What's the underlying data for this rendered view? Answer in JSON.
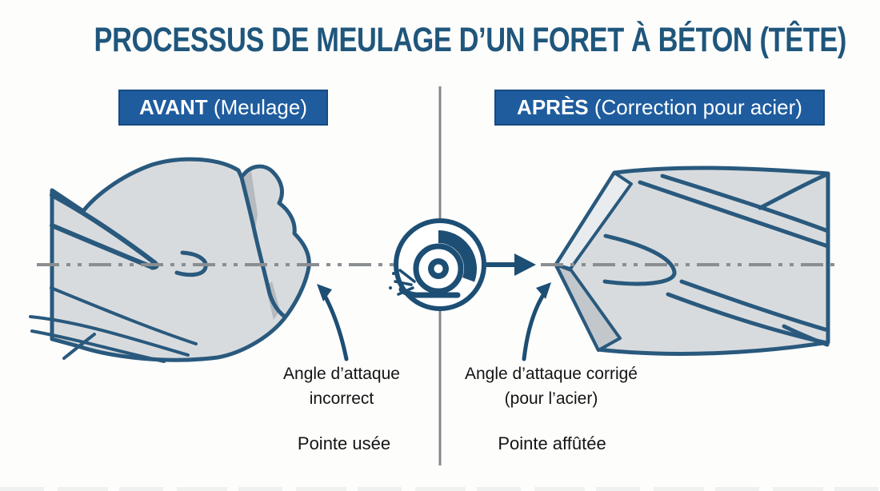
{
  "title": "PROCESSUS DE MEULAGE D’UN FORET À BÉTON (TÊTE)",
  "panels": {
    "before": {
      "banner_bold": "AVANT",
      "banner_rest": " (Meulage)",
      "callout_line1": "Angle d’attaque",
      "callout_line2": "incorrect",
      "caption": "Pointe usée"
    },
    "after": {
      "banner_bold": "APRÈS",
      "banner_rest": " (Correction pour acier)",
      "callout_line1": "Angle d’attaque corrigé",
      "callout_line2": "(pour l’acier)",
      "caption": "Pointe affûtée"
    }
  },
  "icons": {
    "grinder": "grinding-wheel-icon",
    "flow_arrow": "arrow-right-icon",
    "callout_arrows": "curved-arrow-icon"
  },
  "colors": {
    "banner_blue": "#1e5c9e",
    "title_blue": "#1f567c",
    "outline_blue": "#29597d",
    "steel_gray": "#d8dbde",
    "facet_dark_gray": "#c2c7cb",
    "centerline_gray": "#8a8e91",
    "text_black": "#141414"
  }
}
